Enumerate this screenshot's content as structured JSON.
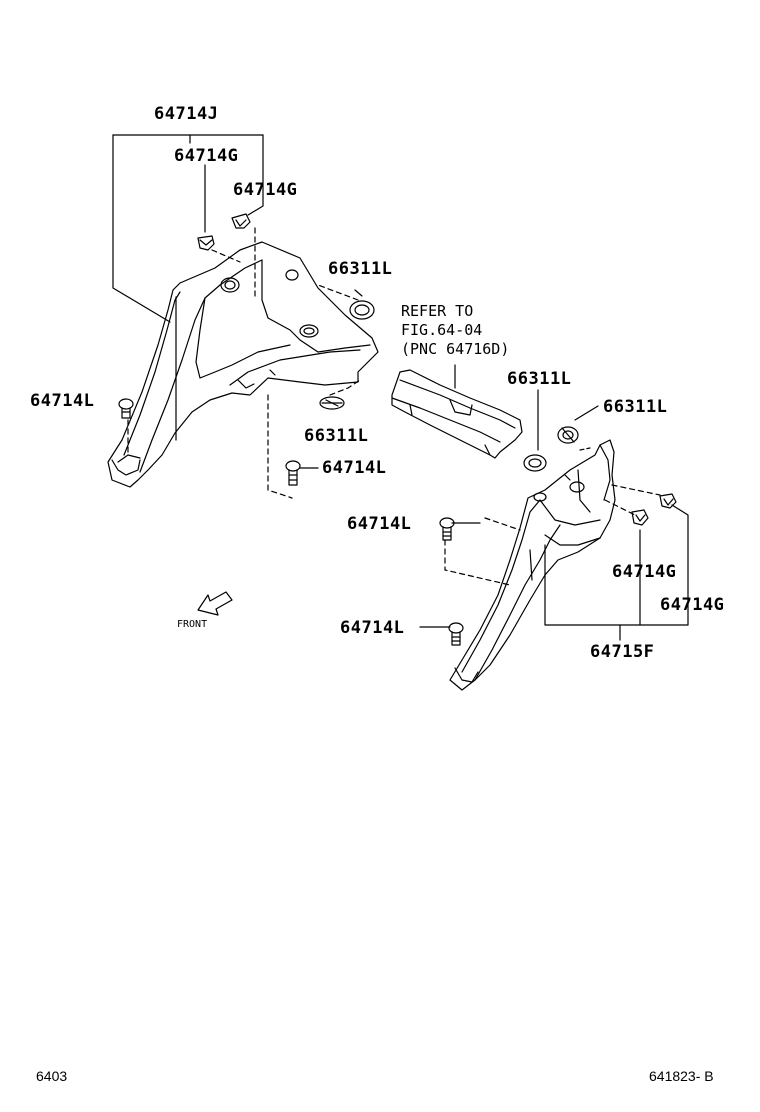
{
  "labels": {
    "l_64714J": "64714J",
    "l_64714G_a": "64714G",
    "l_64714G_b": "64714G",
    "l_66311L_a": "66311L",
    "l_64714L_a": "64714L",
    "l_66311L_b": "66311L",
    "l_64714L_b": "64714L",
    "l_66311L_c": "66311L",
    "l_66311L_d": "66311L",
    "l_64714L_c": "64714L",
    "l_64714G_c": "64714G",
    "l_64714G_d": "64714G",
    "l_64714L_d": "64714L",
    "l_64715F": "64715F"
  },
  "refer_note": {
    "line1": "REFER TO",
    "line2": "FIG.64-04",
    "line3": "(PNC 64716D)"
  },
  "front_label": "FRONT",
  "footer": {
    "left_code": "6403",
    "right_code": "641823- B"
  },
  "colors": {
    "ink": "#000000",
    "paper": "#ffffff"
  }
}
